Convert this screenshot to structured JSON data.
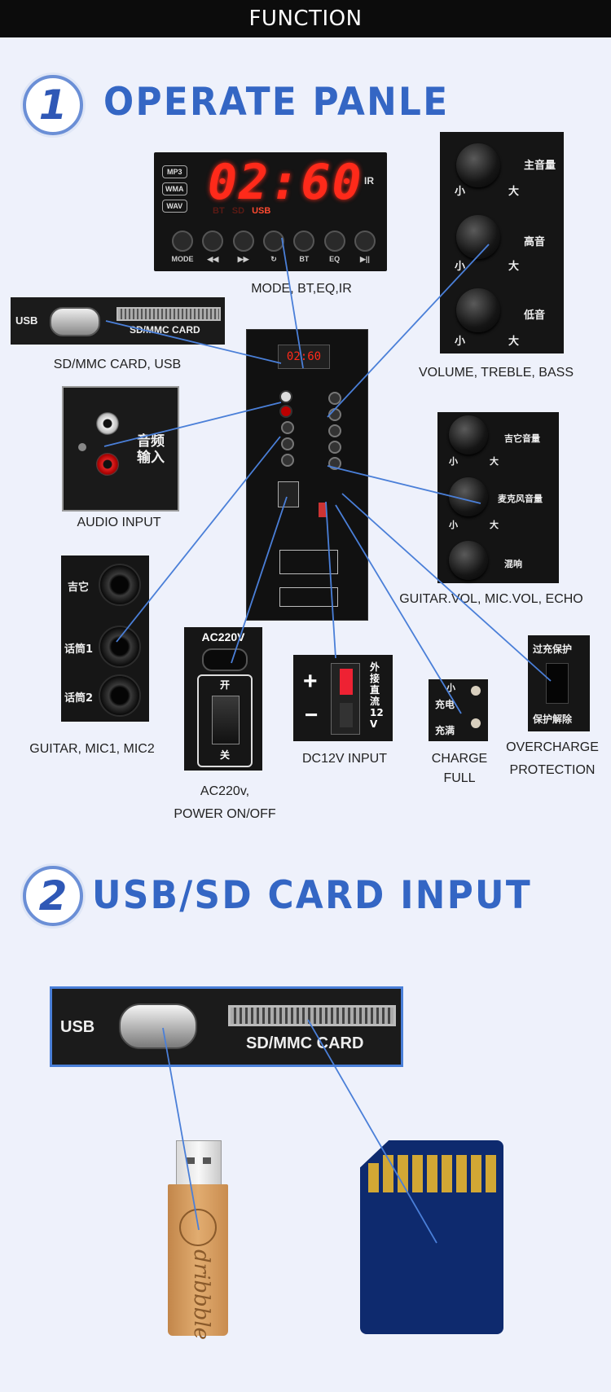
{
  "header": {
    "title": "FUNCTION"
  },
  "section1": {
    "number": "1",
    "title": "OPERATE PANLE"
  },
  "section2": {
    "number": "2",
    "title": "USB/SD CARD INPUT"
  },
  "display": {
    "digits": "02:60",
    "formats": [
      "MP3",
      "WMA",
      "WAV"
    ],
    "sources": [
      "BT",
      "SD",
      "USB"
    ],
    "ir": "IR",
    "buttons": [
      "MODE",
      "◀◀",
      "▶▶",
      "↻",
      "BT",
      "EQ",
      "▶||"
    ]
  },
  "usb_strip": {
    "usb": "USB",
    "card": "SD/MMC CARD"
  },
  "audio_input": {
    "label": "音频\n输入"
  },
  "volume_knobs": [
    {
      "label": "主音量",
      "min": "小",
      "max": "大"
    },
    {
      "label": "高音",
      "min": "小",
      "max": "大"
    },
    {
      "label": "低音",
      "min": "小",
      "max": "大"
    }
  ],
  "guitar_knobs": [
    {
      "label": "吉它音量",
      "min": "小",
      "max": "大"
    },
    {
      "label": "麦克风音量",
      "min": "小",
      "max": "大"
    },
    {
      "label": "混响"
    }
  ],
  "jacks": [
    "吉它",
    "话筒1",
    "话筒2"
  ],
  "power": {
    "top": "AC220V",
    "on": "开",
    "off": "关"
  },
  "dc": {
    "plus": "+",
    "minus": "−",
    "text": "外接直流12V"
  },
  "charge": {
    "charging": "充电",
    "full": "充满",
    "small": "小"
  },
  "overcharge": {
    "top": "过充保护",
    "bottom": "保护解除"
  },
  "captions": {
    "display": "MODE, BT,EQ,IR",
    "sd_usb": "SD/MMC CARD, USB",
    "volume": "VOLUME,   TREBLE,   BASS",
    "audio": "AUDIO INPUT",
    "guitar_vol": "GUITAR.VOL, MIC.VOL, ECHO",
    "guitar": "GUITAR, MIC1, MIC2",
    "power_1": "AC220v,",
    "power_2": "POWER ON/OFF",
    "dc": "DC12V INPUT",
    "charge_1": "CHARGE",
    "charge_2": "FULL",
    "overcharge_1": "OVERCHARGE",
    "overcharge_2": "PROTECTION"
  },
  "usb_drive": {
    "brand": "dribbble"
  },
  "colors": {
    "accent": "#3466c4",
    "line": "#4a7fd8",
    "led": "#ff2a1a",
    "sd_card": "#0e2a6e",
    "gold": "#d2a734",
    "usb_wood": "#d59a5a"
  }
}
